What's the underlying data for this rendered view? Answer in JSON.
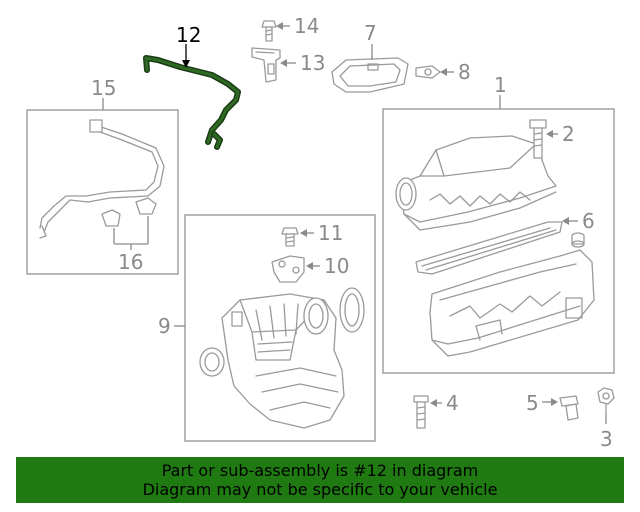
{
  "diagram": {
    "highlighted_part": "12",
    "callouts": {
      "p1": "1",
      "p2": "2",
      "p3": "3",
      "p4": "4",
      "p5": "5",
      "p6": "6",
      "p7": "7",
      "p8": "8",
      "p9": "9",
      "p10": "10",
      "p11": "11",
      "p12": "12",
      "p13": "13",
      "p14": "14",
      "p15": "15",
      "p16": "16"
    },
    "colors": {
      "highlight_hose": "#2e6b22",
      "line_art": "#9a9a9a",
      "banner_bg": "#1f7a12"
    }
  },
  "banner": {
    "line1": "Part or sub-assembly is #12 in diagram",
    "line2": "Diagram may not be specific to your vehicle"
  }
}
